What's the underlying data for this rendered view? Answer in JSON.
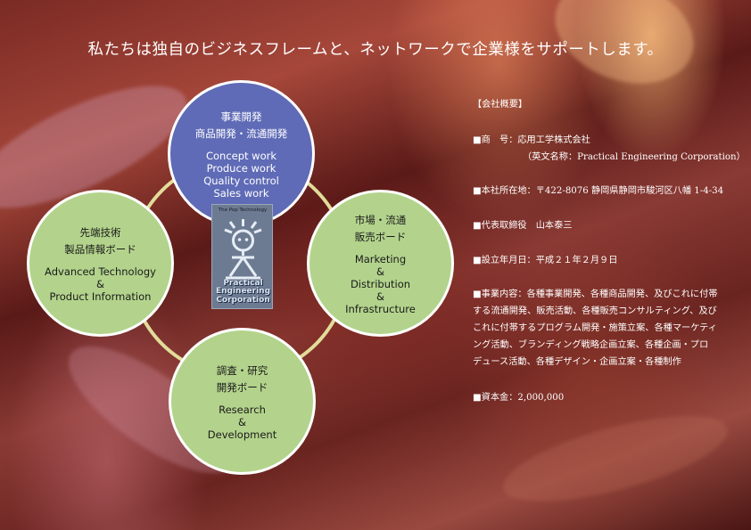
{
  "headline": "私たちは独自のビジネスフレームと、ネットワークで企業様をサポートします。",
  "colors": {
    "ring": "#e8e6a0",
    "green_circle": "#b3d38c",
    "blue_circle": "#5f6bb6",
    "logo_bg": "#6d7b92"
  },
  "diagram": {
    "top": {
      "jp1": "事業開発",
      "jp2": "商品開発・流通開発",
      "en": [
        "Concept work",
        "Produce work",
        "Quality control",
        "Sales work"
      ]
    },
    "left": {
      "jp1": "先端技術",
      "jp2": "製品情報ボード",
      "en": [
        "Advanced Technology",
        "&",
        "Product Information"
      ]
    },
    "right": {
      "jp1": "市場・流通",
      "jp2": "販売ボード",
      "en": [
        "Marketing",
        "&",
        "Distribution",
        "&",
        "Infrastructure"
      ]
    },
    "bottom": {
      "jp1": "調査・研究",
      "jp2": "開発ボード",
      "en": [
        "Research",
        "&",
        "Development"
      ]
    },
    "logo": {
      "tagline": "The Pop Technology",
      "name": [
        "Practical",
        "Engineering",
        "Corporation"
      ],
      "icon": "robot-figure-icon"
    }
  },
  "company": {
    "heading": "【会社概要】",
    "name": "■商　号：応用工学株式会社",
    "name_en": "（英文名称：Practical Engineering Corporation）",
    "address": "■本社所在地：〒422-8076 静岡県静岡市駿河区八幡 1-4-34",
    "ceo": "■代表取締役　山本泰三",
    "founded": "■設立年月日：平成２１年２月９日",
    "business": [
      "■事業内容：各種事業開発、各種商品開発、及びこれに付帯",
      "する流通開発、販売活動、各種販売コンサルティング、及び",
      "これに付帯するプログラム開発・施策立案、各種マーケティ",
      "ング活動、ブランディング戦略企画立案、各種企画・プロ",
      "デュース活動、各種デザイン・企画立案・各種制作"
    ],
    "capital": "■資本金：2,000,000"
  }
}
